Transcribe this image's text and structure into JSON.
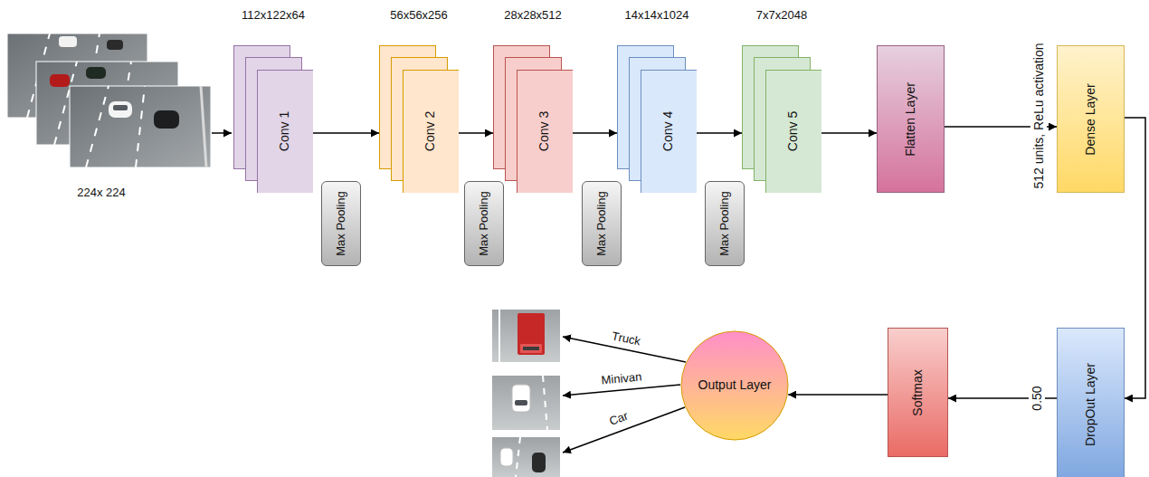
{
  "diagram": {
    "nodes": [
      {
        "text": [
          "Conv 1"
        ]
      },
      {
        "text": [
          "Max Pooling"
        ]
      },
      {
        "text": [
          "Conv 2"
        ]
      },
      {
        "text": [
          "Max Pooling"
        ]
      },
      {
        "text": [
          "Conv 3"
        ]
      },
      {
        "text": [
          "Max Pooling"
        ]
      },
      {
        "text": [
          "Conv 4"
        ]
      },
      {
        "text": [
          "Max Pooling"
        ]
      },
      {
        "text": [
          "Conv 5"
        ]
      },
      {
        "text": [
          "Flatten Layer"
        ]
      },
      {
        "text": [
          "Dense Layer"
        ]
      },
      {
        "text": [
          "DropOut Layer"
        ]
      },
      {
        "text": [
          "Softmax"
        ]
      },
      {
        "text": [
          "Output Layer"
        ]
      }
    ],
    "edges": [
      {
        "from": 0,
        "to": 2,
        "arrow": "to"
      },
      {
        "from": 2,
        "to": 4,
        "arrow": "to"
      },
      {
        "from": 4,
        "to": 6,
        "arrow": "to"
      },
      {
        "from": 6,
        "to": 8,
        "arrow": "to"
      },
      {
        "from": 8,
        "to": 9,
        "arrow": "to"
      },
      {
        "from": 9,
        "to": 10,
        "arrow": "to"
      },
      {
        "from": 10,
        "to": 11,
        "arrow": "to"
      },
      {
        "from": 11,
        "to": 12,
        "arrow": "to"
      },
      {
        "from": 12,
        "to": 13,
        "arrow": "to"
      }
    ],
    "labels": [
      "224x 224",
      "112x122x64",
      "56x56x256",
      "28x28x512",
      "14x14x1024",
      "7x7x2048",
      "512 units, ReLu activation",
      "0.50",
      "Truck",
      "Minivan",
      "Car"
    ]
  }
}
